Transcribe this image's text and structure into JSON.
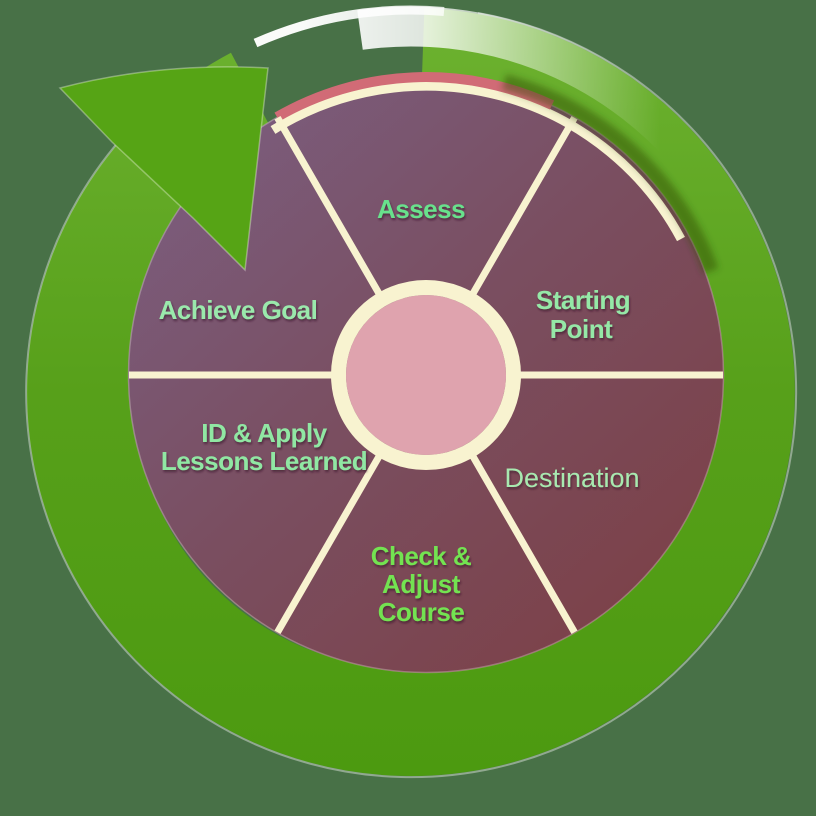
{
  "diagram": {
    "type": "circular-cycle",
    "description": "Six-segment goal cycle wheel wrapped by a clockwise green arrow",
    "cycle_arrow": {
      "direction": "clockwise",
      "head_position": "upper-left",
      "color": "#57a01a"
    },
    "segments": [
      {
        "label": "Assess",
        "position": "top",
        "text_color": "#68e18c",
        "lines": [
          "Assess"
        ]
      },
      {
        "label": "Starting Point",
        "position": "upper-right",
        "text_color": "#95e8a7",
        "lines": [
          "Starting",
          "Point"
        ]
      },
      {
        "label": "Destination",
        "position": "lower-right",
        "text_color": "#a8e9b0",
        "lines": [
          "Destination"
        ]
      },
      {
        "label": "Check & Adjust Course",
        "position": "bottom",
        "text_color": "#73e351",
        "lines": [
          "Check &",
          "Adjust",
          "Course"
        ]
      },
      {
        "label": "ID & Apply Lessons Learned",
        "position": "lower-left",
        "text_color": "#90e7a3",
        "lines": [
          "ID & Apply",
          "Lessons Learned"
        ]
      },
      {
        "label": "Achieve Goal",
        "position": "upper-left",
        "text_color": "#9ae9ac",
        "lines": [
          "Achieve Goal"
        ]
      }
    ],
    "colors": {
      "background": "#487147",
      "ring_green_light": "#6db230",
      "ring_green_dark": "#4c9a10",
      "wheel_mauve": "#7b5e80",
      "wheel_maroon": "#7c4148",
      "divider_cream": "#f8f3d0",
      "hub_pink": "#dfa3ae",
      "rim_red": "#d16b76",
      "shine_white": "#ffffff"
    }
  }
}
